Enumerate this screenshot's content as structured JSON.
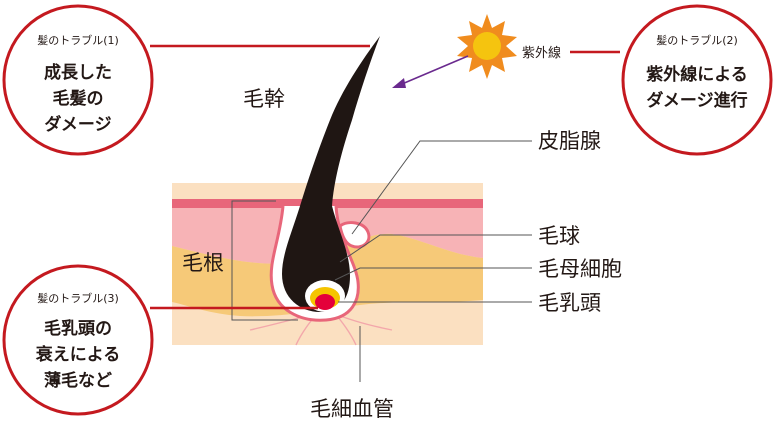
{
  "diagram": {
    "part_labels": {
      "hair_shaft": "毛幹",
      "sebaceous_gland": "皮脂腺",
      "hair_bulb": "毛球",
      "hair_matrix_cells": "毛母細胞",
      "dermal_papilla": "毛乳頭",
      "hair_root": "毛根",
      "capillary": "毛細血管",
      "uv": "紫外線"
    },
    "callouts": [
      {
        "tag": "髪のトラブル(1)",
        "lines": [
          "成長した",
          "毛髪の",
          "ダメージ"
        ]
      },
      {
        "tag": "髪のトラブル(2)",
        "lines": [
          "紫外線による",
          "ダメージ進行"
        ]
      },
      {
        "tag": "髪のトラブル(3)",
        "lines": [
          "毛乳頭の",
          "衰えによる",
          "薄毛など"
        ]
      }
    ],
    "colors": {
      "callout_border": "#c4191f",
      "connector_red": "#c4191f",
      "uv_arrow": "#6a2a8e",
      "hair": "#1f1613",
      "skin_epidermis": "#e8667a",
      "skin_dermis_pink": "#f7b3b6",
      "skin_fat": "#f6c978",
      "skin_deep": "#fbe0c1",
      "papilla_red": "#e4003a",
      "papilla_yellow": "#f5c400",
      "sun_core": "#f5c40f",
      "sun_rays": "#f08c1e",
      "leader_gray": "#555555",
      "text": "#231815"
    },
    "icons": [
      "sun-icon",
      "uv-arrow-icon"
    ]
  }
}
